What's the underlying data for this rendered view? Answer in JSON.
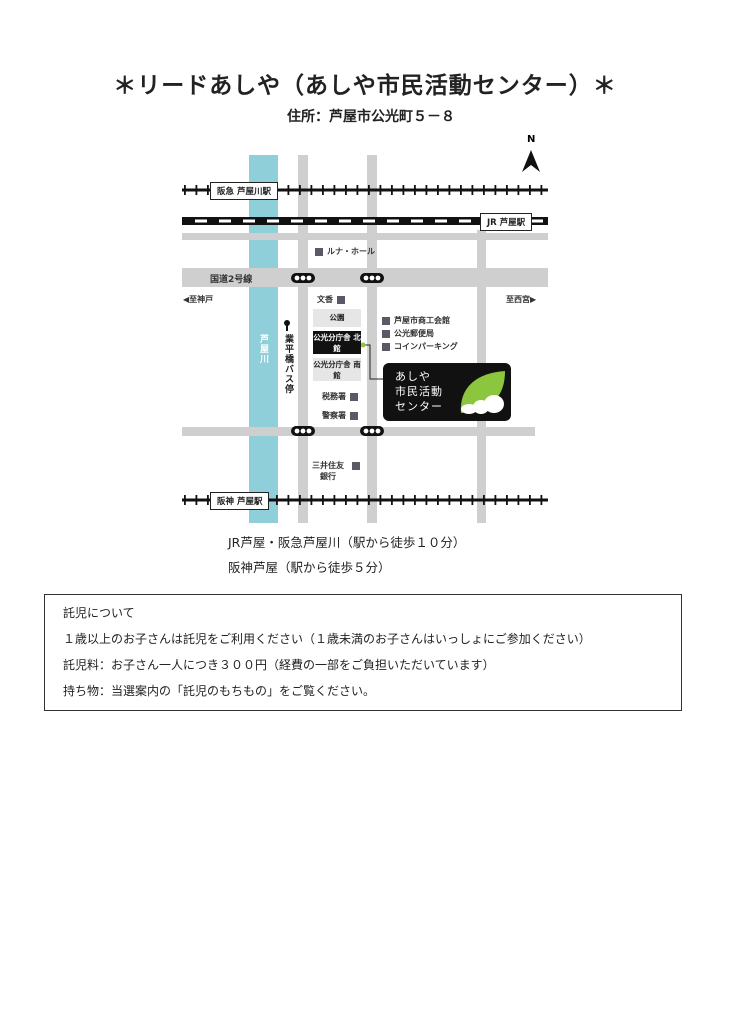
{
  "title": "＊リードあしや（あしや市民活動センター）＊",
  "address": "住所：芦屋市公光町５－８",
  "map": {
    "north": "N",
    "stations": {
      "hankyu": "阪急 芦屋川駅",
      "jr": "JR 芦屋駅",
      "hanshin": "阪神 芦屋駅"
    },
    "route2": "国道2号線",
    "to_kobe": "◀至神戸",
    "to_nishinomiya": "至西宮▶",
    "river": "芦屋川",
    "bus_stop": "業平橋バス停",
    "landmarks": {
      "luna_hall": "ルナ・ホール",
      "bunka": "文香",
      "park": "公園",
      "north_building": "公光分庁舎 北館",
      "south_building": "公光分庁舎 南館",
      "tax_office": "税務署",
      "police": "警察署",
      "smbc": "三井住友 銀行",
      "chamber": "芦屋市商工会館",
      "post_office": "公光郵便局",
      "parking": "コインパーキング"
    },
    "center_name": [
      "あしや",
      "市民活動",
      "センター"
    ],
    "colors": {
      "river": "#8fcfd9",
      "road": "#cfcfcf",
      "accent": "#8cc63f"
    }
  },
  "access": [
    "JR芦屋・阪急芦屋川（駅から徒歩１０分）",
    "阪神芦屋（駅から徒歩５分）"
  ],
  "childcare": [
    "託児について",
    "１歳以上のお子さんは託児をご利用ください（１歳未満のお子さんはいっしょにご参加ください）",
    "託児料：お子さん一人につき３００円（経費の一部をご負担いただいています）",
    "持ち物：当選案内の「託児のもちもの」をご覧ください。"
  ]
}
